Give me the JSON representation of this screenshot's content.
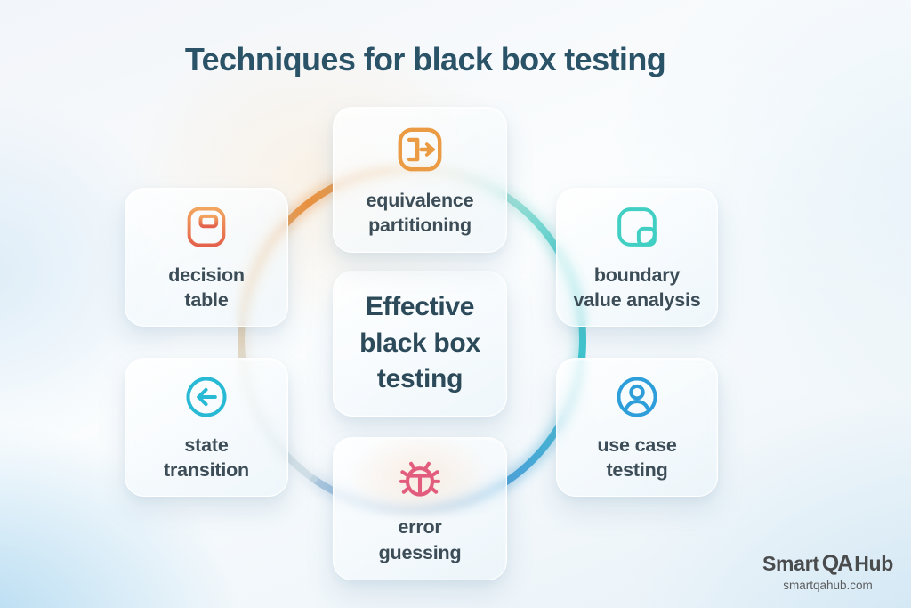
{
  "title": "Techniques for black box testing",
  "center_card": {
    "label": "Effective\nblack box\ntesting"
  },
  "nodes": [
    {
      "id": "equivalence-partitioning",
      "label": "equivalence\npartitioning",
      "icon": "door-exit-arrow-icon",
      "color": "#eb9b43"
    },
    {
      "id": "decision-table",
      "label": "decision\ntable",
      "icon": "document-table-icon",
      "color": "#ea7a4e"
    },
    {
      "id": "boundary-value-analysis",
      "label": "boundary\nvalue analysis",
      "icon": "nested-squares-icon",
      "color": "#41cfc3"
    },
    {
      "id": "state-transition",
      "label": "state\ntransition",
      "icon": "arrow-left-circle-icon",
      "color": "#28b9d4"
    },
    {
      "id": "use-case-testing",
      "label": "use case\ntesting",
      "icon": "user-circle-icon",
      "color": "#2d9ed9"
    },
    {
      "id": "error-guessing",
      "label": "error\nguessing",
      "icon": "bug-icon",
      "color": "#e25c7e"
    }
  ],
  "ring_colors": {
    "orange": "#e89140",
    "teal": "#3fcbc9",
    "cyan": "#3fc4cf",
    "blue": "#549bd8"
  },
  "footer": {
    "brand_smart": "Smart",
    "brand_qa": "QA",
    "brand_hub": "Hub",
    "website": "smartqahub.com"
  }
}
